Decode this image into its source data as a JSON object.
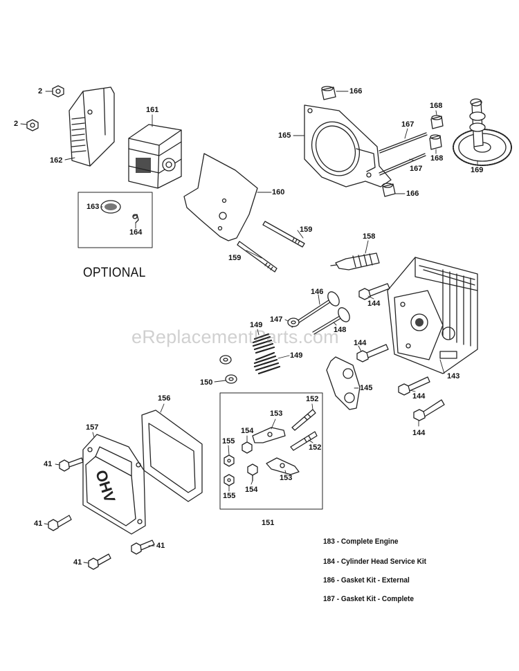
{
  "watermark": "eReplacementParts.com",
  "optional_label": "OPTIONAL",
  "part_labels": {
    "p2a": "2",
    "p2b": "2",
    "p162": "162",
    "p161": "161",
    "p163": "163",
    "p164": "164",
    "p160": "160",
    "p159a": "159",
    "p159b": "159",
    "p165": "165",
    "p166a": "166",
    "p166b": "166",
    "p167a": "167",
    "p167b": "167",
    "p168a": "168",
    "p168b": "168",
    "p169": "169",
    "p158": "158",
    "p146": "146",
    "p147": "147",
    "p148": "148",
    "p149a": "149",
    "p149b": "149",
    "p150": "150",
    "p144a": "144",
    "p144b": "144",
    "p144c": "144",
    "p144d": "144",
    "p143": "143",
    "p145": "145",
    "p156": "156",
    "p157": "157",
    "p152a": "152",
    "p152b": "152",
    "p153a": "153",
    "p153b": "153",
    "p154a": "154",
    "p154b": "154",
    "p155a": "155",
    "p155b": "155",
    "p151": "151",
    "p41a": "41",
    "p41b": "41",
    "p41c": "41",
    "p41d": "41"
  },
  "kits": [
    "183 - Complete Engine",
    "184 - Cylinder Head Service Kit",
    "186 - Gasket Kit - External",
    "187 - Gasket Kit - Complete"
  ],
  "valve_cover_text": "OHV"
}
